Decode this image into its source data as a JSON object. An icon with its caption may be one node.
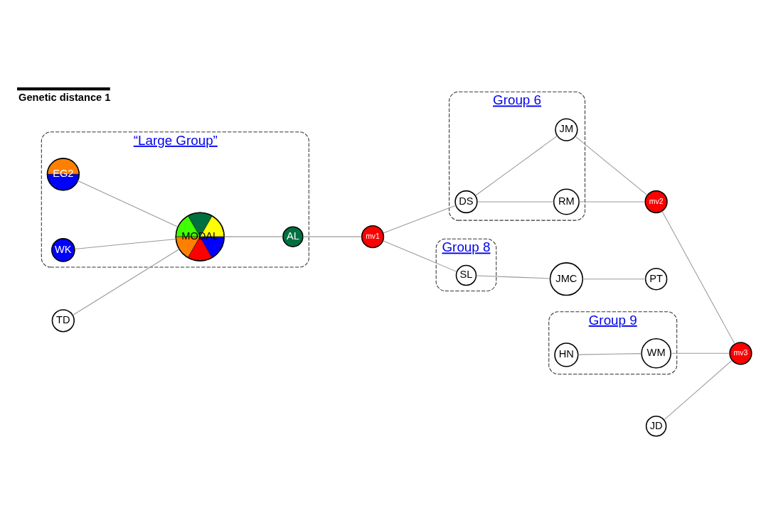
{
  "diagram": {
    "nodes": [
      {
        "text": [
          "“Large Group”"
        ]
      },
      {
        "text": [
          "EG2"
        ],
        "in": 0
      },
      {
        "text": [
          "WK"
        ],
        "in": 0
      },
      {
        "text": [
          "MODAL"
        ],
        "in": 0
      },
      {
        "text": [
          "AL"
        ],
        "in": 0
      },
      {
        "text": [
          "TD"
        ]
      },
      {
        "text": [
          "PT"
        ]
      },
      {
        "text": [
          "JMC"
        ]
      },
      {
        "text": [
          "Group 9"
        ]
      },
      {
        "text": [
          "HN"
        ],
        "in": 8
      },
      {
        "text": [
          "WM"
        ],
        "in": 8
      },
      {
        "text": [
          "mv3"
        ]
      },
      {
        "text": [
          "Group 8"
        ]
      },
      {
        "text": [
          "SL"
        ],
        "in": 12
      },
      {
        "text": [
          "mv1"
        ]
      },
      {
        "text": [
          "Group 6"
        ]
      },
      {
        "text": [
          "DS"
        ],
        "in": 15
      },
      {
        "text": [
          "RM"
        ],
        "in": 15
      },
      {
        "text": [
          "JM"
        ],
        "in": 15
      },
      {
        "text": [
          "JD"
        ]
      },
      {
        "text": [
          "mv2"
        ]
      }
    ],
    "edges": [
      {
        "from": 1,
        "to": 3,
        "arrow": "none"
      },
      {
        "from": 2,
        "to": 3,
        "arrow": "none"
      },
      {
        "from": 5,
        "to": 3,
        "arrow": "none"
      },
      {
        "from": 3,
        "to": 4,
        "arrow": "none"
      },
      {
        "from": 4,
        "to": 14,
        "arrow": "none"
      },
      {
        "from": 14,
        "to": 13,
        "arrow": "none"
      },
      {
        "from": 13,
        "to": 7,
        "arrow": "none"
      },
      {
        "from": 7,
        "to": 6,
        "arrow": "none"
      },
      {
        "from": 14,
        "to": 16,
        "arrow": "none"
      },
      {
        "from": 16,
        "to": 17,
        "arrow": "none"
      },
      {
        "from": 16,
        "to": 18,
        "arrow": "none"
      },
      {
        "from": 17,
        "to": 20,
        "arrow": "none"
      },
      {
        "from": 18,
        "to": 20,
        "arrow": "none"
      },
      {
        "from": 20,
        "to": 11,
        "arrow": "none"
      },
      {
        "from": 19,
        "to": 11,
        "arrow": "none"
      },
      {
        "from": 9,
        "to": 10,
        "arrow": "none"
      },
      {
        "from": 10,
        "to": 11,
        "arrow": "none"
      }
    ],
    "legend": [
      {
        "text": "Genetic distance 1"
      }
    ]
  }
}
